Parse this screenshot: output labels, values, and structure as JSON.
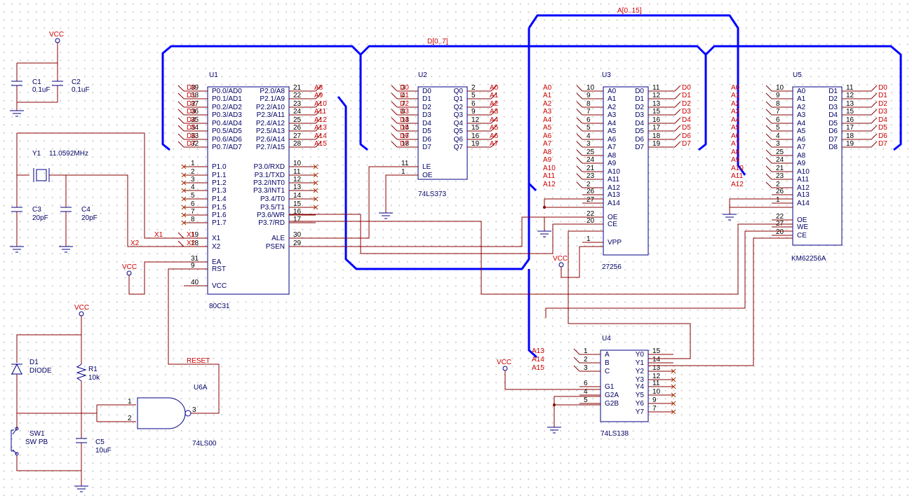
{
  "buses": {
    "addr": "A[0..15]",
    "data": "D[0..7]"
  },
  "colors": {
    "wire": "#880000",
    "bus": "#0000ff",
    "body": "#000088",
    "netlabel": "#cc0000"
  },
  "u1": {
    "ref": "U1",
    "part": "80C31",
    "left": [
      {
        "pin": "39",
        "name": "P0.0/AD0",
        "net": "D0"
      },
      {
        "pin": "38",
        "name": "P0.1/AD1",
        "net": "D1"
      },
      {
        "pin": "37",
        "name": "P0.2/AD2",
        "net": "D2"
      },
      {
        "pin": "36",
        "name": "P0.3/AD3",
        "net": "D3"
      },
      {
        "pin": "35",
        "name": "P0.4/AD4",
        "net": "D4"
      },
      {
        "pin": "34",
        "name": "P0.5/AD5",
        "net": "D5"
      },
      {
        "pin": "33",
        "name": "P0.6/AD6",
        "net": "D6"
      },
      {
        "pin": "32",
        "name": "P0.7/AD7",
        "net": "D7"
      },
      {
        "pin": "1",
        "name": "P1.0"
      },
      {
        "pin": "2",
        "name": "P1.1"
      },
      {
        "pin": "3",
        "name": "P1.2"
      },
      {
        "pin": "4",
        "name": "P1.3"
      },
      {
        "pin": "5",
        "name": "P1.4"
      },
      {
        "pin": "6",
        "name": "P1.5"
      },
      {
        "pin": "7",
        "name": "P1.6"
      },
      {
        "pin": "8",
        "name": "P1.7"
      },
      {
        "pin": "19",
        "name": "X1",
        "net": "X1"
      },
      {
        "pin": "18",
        "name": "X2",
        "net": "X2"
      },
      {
        "pin": "31",
        "name": "EA"
      },
      {
        "pin": "9",
        "name": "RST"
      },
      {
        "pin": "40",
        "name": "VCC"
      }
    ],
    "right": [
      {
        "pin": "21",
        "name": "P2.0/A8",
        "net": "A8"
      },
      {
        "pin": "22",
        "name": "P2.1/A9",
        "net": "A9"
      },
      {
        "pin": "23",
        "name": "P2.2/A10",
        "net": "A10"
      },
      {
        "pin": "24",
        "name": "P2.3/A11",
        "net": "A11"
      },
      {
        "pin": "25",
        "name": "P2.4/A12",
        "net": "A12"
      },
      {
        "pin": "26",
        "name": "P2.5/A13",
        "net": "A13"
      },
      {
        "pin": "27",
        "name": "P2.6/A14",
        "net": "A14"
      },
      {
        "pin": "28",
        "name": "P2.7/A15",
        "net": "A15"
      },
      {
        "pin": "10",
        "name": "P3.0/RXD"
      },
      {
        "pin": "11",
        "name": "P3.1/TXD"
      },
      {
        "pin": "12",
        "name": "P3.2/INT0"
      },
      {
        "pin": "13",
        "name": "P3.3/INT1"
      },
      {
        "pin": "14",
        "name": "P3.4/T0"
      },
      {
        "pin": "15",
        "name": "P3.5/T1"
      },
      {
        "pin": "16",
        "name": "P3.6/WR"
      },
      {
        "pin": "17",
        "name": "P3.7/RD"
      },
      {
        "pin": "30",
        "name": "ALE"
      },
      {
        "pin": "29",
        "name": "PSEN"
      }
    ]
  },
  "u2": {
    "ref": "U2",
    "part": "74LS373",
    "left": [
      {
        "pin": "3",
        "name": "D0",
        "net": "D0"
      },
      {
        "pin": "4",
        "name": "D1",
        "net": "D1"
      },
      {
        "pin": "7",
        "name": "D2",
        "net": "D2"
      },
      {
        "pin": "8",
        "name": "D3",
        "net": "D3"
      },
      {
        "pin": "13",
        "name": "D4",
        "net": "D4"
      },
      {
        "pin": "14",
        "name": "D5",
        "net": "D5"
      },
      {
        "pin": "17",
        "name": "D6",
        "net": "D6"
      },
      {
        "pin": "18",
        "name": "D7",
        "net": "D7"
      },
      {
        "pin": "11",
        "name": "LE"
      },
      {
        "pin": "1",
        "name": "OE"
      }
    ],
    "right": [
      {
        "pin": "2",
        "name": "Q0",
        "net": "A0"
      },
      {
        "pin": "5",
        "name": "Q1",
        "net": "A1"
      },
      {
        "pin": "6",
        "name": "Q2",
        "net": "A2"
      },
      {
        "pin": "9",
        "name": "Q3",
        "net": "A3"
      },
      {
        "pin": "12",
        "name": "Q4",
        "net": "A4"
      },
      {
        "pin": "15",
        "name": "Q5",
        "net": "A5"
      },
      {
        "pin": "16",
        "name": "Q6",
        "net": "A6"
      },
      {
        "pin": "19",
        "name": "Q7",
        "net": "A7"
      }
    ]
  },
  "u3": {
    "ref": "U3",
    "part": "27256",
    "left": [
      {
        "pin": "10",
        "name": "A0",
        "net": "A0"
      },
      {
        "pin": "9",
        "name": "A1",
        "net": "A1"
      },
      {
        "pin": "8",
        "name": "A2",
        "net": "A2"
      },
      {
        "pin": "7",
        "name": "A3",
        "net": "A3"
      },
      {
        "pin": "6",
        "name": "A4",
        "net": "A4"
      },
      {
        "pin": "5",
        "name": "A5",
        "net": "A5"
      },
      {
        "pin": "4",
        "name": "A6",
        "net": "A6"
      },
      {
        "pin": "3",
        "name": "A7",
        "net": "A7"
      },
      {
        "pin": "25",
        "name": "A8",
        "net": "A8"
      },
      {
        "pin": "24",
        "name": "A9",
        "net": "A9"
      },
      {
        "pin": "21",
        "name": "A10",
        "net": "A10"
      },
      {
        "pin": "23",
        "name": "A11",
        "net": "A11"
      },
      {
        "pin": "2",
        "name": "A12",
        "net": "A12"
      },
      {
        "pin": "26",
        "name": "A13"
      },
      {
        "pin": "27",
        "name": "A14"
      },
      {
        "pin": "22",
        "name": "OE"
      },
      {
        "pin": "20",
        "name": "CE"
      },
      {
        "pin": "1",
        "name": "VPP"
      }
    ],
    "right": [
      {
        "pin": "11",
        "name": "D0",
        "net": "D0"
      },
      {
        "pin": "12",
        "name": "D1",
        "net": "D1"
      },
      {
        "pin": "13",
        "name": "D2",
        "net": "D2"
      },
      {
        "pin": "15",
        "name": "D3",
        "net": "D3"
      },
      {
        "pin": "16",
        "name": "D4",
        "net": "D4"
      },
      {
        "pin": "17",
        "name": "D5",
        "net": "D5"
      },
      {
        "pin": "18",
        "name": "D6",
        "net": "D6"
      },
      {
        "pin": "19",
        "name": "D7",
        "net": "D7"
      }
    ]
  },
  "u5": {
    "ref": "U5",
    "part": "KM62256A",
    "left": [
      {
        "pin": "10",
        "name": "A0",
        "net": "A0"
      },
      {
        "pin": "9",
        "name": "A1",
        "net": "A1"
      },
      {
        "pin": "8",
        "name": "A2",
        "net": "A2"
      },
      {
        "pin": "7",
        "name": "A3",
        "net": "A3"
      },
      {
        "pin": "6",
        "name": "A4",
        "net": "A4"
      },
      {
        "pin": "5",
        "name": "A5",
        "net": "A5"
      },
      {
        "pin": "4",
        "name": "A6",
        "net": "A6"
      },
      {
        "pin": "3",
        "name": "A7",
        "net": "A7"
      },
      {
        "pin": "25",
        "name": "A8",
        "net": "A8"
      },
      {
        "pin": "24",
        "name": "A9",
        "net": "A9"
      },
      {
        "pin": "21",
        "name": "A10",
        "net": "A10"
      },
      {
        "pin": "23",
        "name": "A11",
        "net": "A11"
      },
      {
        "pin": "2",
        "name": "A12",
        "net": "A12"
      },
      {
        "pin": "26",
        "name": "A13"
      },
      {
        "pin": "1",
        "name": "A14"
      },
      {
        "pin": "22",
        "name": "OE"
      },
      {
        "pin": "27",
        "name": "WE"
      },
      {
        "pin": "20",
        "name": "CE"
      }
    ],
    "right": [
      {
        "pin": "11",
        "name": "D1",
        "net": "D0"
      },
      {
        "pin": "12",
        "name": "D2",
        "net": "D1"
      },
      {
        "pin": "13",
        "name": "D3",
        "net": "D2"
      },
      {
        "pin": "15",
        "name": "D4",
        "net": "D3"
      },
      {
        "pin": "16",
        "name": "D5",
        "net": "D4"
      },
      {
        "pin": "17",
        "name": "D6",
        "net": "D5"
      },
      {
        "pin": "18",
        "name": "D7",
        "net": "D6"
      },
      {
        "pin": "19",
        "name": "D8",
        "net": "D7"
      }
    ]
  },
  "u4": {
    "ref": "U4",
    "part": "74LS138",
    "left": [
      {
        "pin": "1",
        "name": "A",
        "net": "A13"
      },
      {
        "pin": "2",
        "name": "B",
        "net": "A14"
      },
      {
        "pin": "3",
        "name": "C",
        "net": "A15"
      },
      {
        "pin": "6",
        "name": "G1"
      },
      {
        "pin": "4",
        "name": "G2A"
      },
      {
        "pin": "5",
        "name": "G2B"
      }
    ],
    "right": [
      {
        "pin": "15",
        "name": "Y0"
      },
      {
        "pin": "14",
        "name": "Y1"
      },
      {
        "pin": "13",
        "name": "Y2"
      },
      {
        "pin": "12",
        "name": "Y3"
      },
      {
        "pin": "11",
        "name": "Y4"
      },
      {
        "pin": "10",
        "name": "Y5"
      },
      {
        "pin": "9",
        "name": "Y6"
      },
      {
        "pin": "7",
        "name": "Y7"
      }
    ]
  },
  "u6": {
    "ref": "U6A",
    "part": "74LS00",
    "in1": "1",
    "in2": "2",
    "out": "3",
    "net": "RESET"
  },
  "passives": {
    "c1": {
      "ref": "C1",
      "val": "0.1uF"
    },
    "c2": {
      "ref": "C2",
      "val": "0.1uF"
    },
    "y1": {
      "ref": "Y1",
      "val": "11.0592MHz"
    },
    "c3": {
      "ref": "C3",
      "val": "20pF"
    },
    "c4": {
      "ref": "C4",
      "val": "20pF"
    },
    "d1": {
      "ref": "D1",
      "val": "DIODE"
    },
    "r1": {
      "ref": "R1",
      "val": "10k"
    },
    "sw1": {
      "ref": "SW1",
      "val": "SW PB"
    },
    "c5": {
      "ref": "C5",
      "val": "10uF"
    }
  },
  "power": {
    "vcc": "VCC"
  }
}
